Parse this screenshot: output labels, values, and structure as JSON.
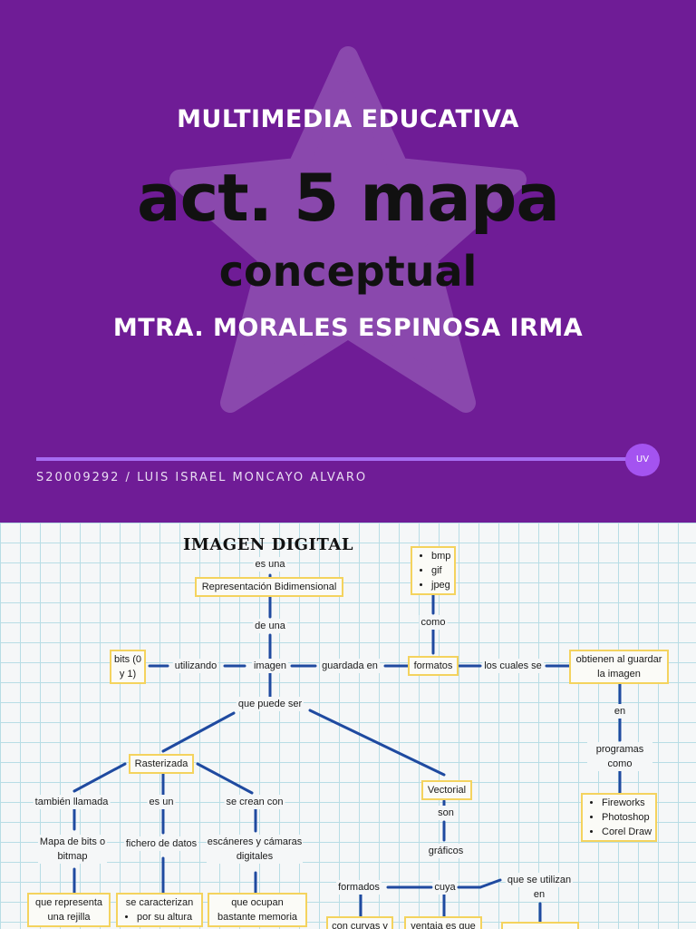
{
  "header": {
    "subject": "MULTIMEDIA EDUCATIVA",
    "title_line1": "act. 5 mapa",
    "title_line2": "conceptual",
    "teacher": "MTRA. MORALES ESPINOSA IRMA",
    "badge": "UV",
    "student": "S20009292  /  LUIS ISRAEL MONCAYO ALVARO",
    "colors": {
      "background": "#6f1c96",
      "accent": "#a453f0"
    }
  },
  "map": {
    "title": "IMAGEN DIGITAL",
    "es_una": "es una",
    "representacion": "Representación Bidimensional",
    "de_una": "de una",
    "imagen": "imagen",
    "utilizando": "utilizando",
    "bits": "bits (0 y 1)",
    "guardada_en": "guardada en",
    "formatos": "formatos",
    "como": "como",
    "formats_list": [
      "bmp",
      "gif",
      "jpeg"
    ],
    "los_cuales_se": "los cuales se",
    "obtienen": "obtienen al guardar la imagen",
    "en": "en",
    "programas_como": "programas como",
    "programs_list": [
      "Fireworks",
      "Photoshop",
      "Corel Draw"
    ],
    "que_puede_ser": "que puede ser",
    "rasterizada": "Rasterizada",
    "vectorial": "Vectorial",
    "tambien_llamada": "también llamada",
    "es_un": "es un",
    "se_crean_con": "se crean con",
    "mapa_bits": "Mapa de bits o bitmap",
    "fichero": "fichero de datos",
    "escaneres": "escáneres y cámaras digitales",
    "rejilla": "que representa una rejilla",
    "caracterizan": "se caracterizan",
    "caracterizan_item": "por su altura",
    "ocupan": "que ocupan bastante memoria",
    "son": "son",
    "graficos": "gráficos",
    "formados": "formados",
    "cuya": "cuya",
    "utilizan": "que se utilizan",
    "en2": "en",
    "curvas": "con curvas y",
    "ventaja": "ventaja es que"
  }
}
